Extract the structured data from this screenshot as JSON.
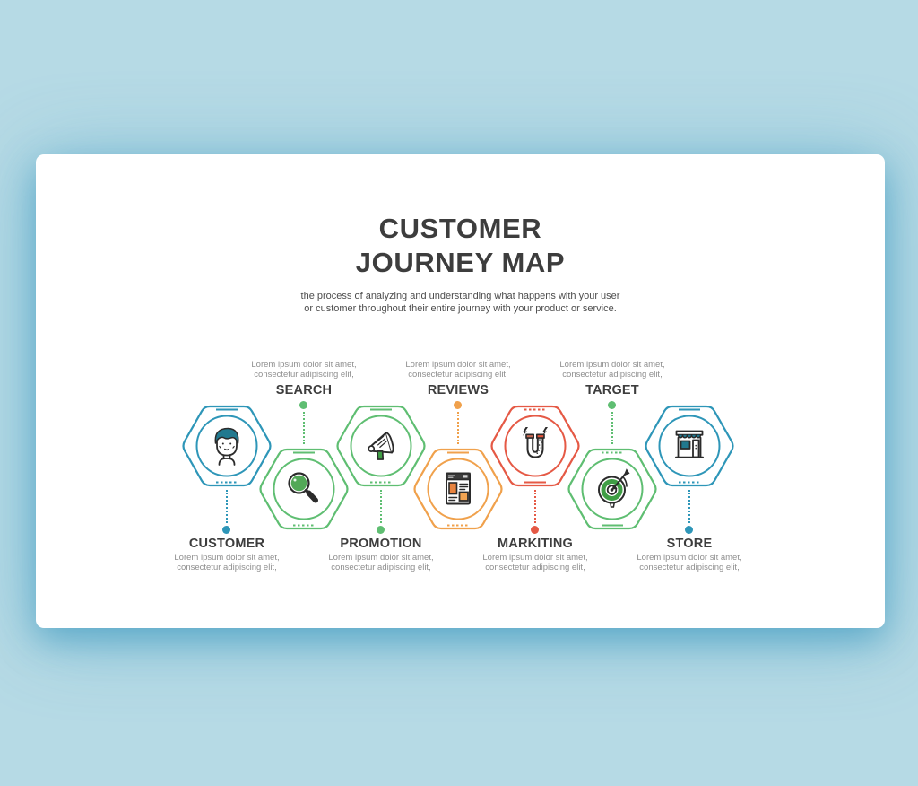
{
  "background_color": "#b6dae5",
  "slide": {
    "title_line1": "CUSTOMER",
    "title_line2": "JOURNEY MAP",
    "subtitle_line1": "the process of analyzing and understanding what happens with your user",
    "subtitle_line2": "or customer throughout their entire journey with your product or service."
  },
  "colors": {
    "blue": "#2e96b8",
    "green": "#5fbe72",
    "orange": "#f0a14c",
    "red": "#e55945",
    "teal_accent": "#21798f",
    "icon_green": "#3f9e45",
    "label_text": "#3d3d3d",
    "desc_text": "#8f8f8f"
  },
  "stages": [
    {
      "label": "CUSTOMER",
      "desc_line1": "Lorem ipsum dolor sit amet,",
      "desc_line2": "consectetur adipiscing elit,",
      "color": "#2e96b8",
      "icon": "person-icon",
      "label_position": "below"
    },
    {
      "label": "SEARCH",
      "desc_line1": "Lorem ipsum dolor sit amet,",
      "desc_line2": "consectetur adipiscing elit,",
      "color": "#5fbe72",
      "icon": "magnifier-icon",
      "label_position": "above"
    },
    {
      "label": "PROMOTION",
      "desc_line1": "Lorem ipsum dolor sit amet,",
      "desc_line2": "consectetur adipiscing elit,",
      "color": "#5fbe72",
      "icon": "megaphone-icon",
      "label_position": "below"
    },
    {
      "label": "REVIEWS",
      "desc_line1": "Lorem ipsum dolor sit amet,",
      "desc_line2": "consectetur adipiscing elit,",
      "color": "#f0a14c",
      "icon": "webpage-icon",
      "label_position": "above"
    },
    {
      "label": "MARKITING",
      "desc_line1": "Lorem ipsum dolor sit amet,",
      "desc_line2": "consectetur adipiscing elit,",
      "color": "#e55945",
      "icon": "magnet-icon",
      "label_position": "below"
    },
    {
      "label": "TARGET",
      "desc_line1": "Lorem ipsum dolor sit amet,",
      "desc_line2": "consectetur adipiscing elit,",
      "color": "#5fbe72",
      "icon": "target-icon",
      "label_position": "above"
    },
    {
      "label": "STORE",
      "desc_line1": "Lorem ipsum dolor sit amet,",
      "desc_line2": "consectetur adipiscing elit,",
      "color": "#2e96b8",
      "icon": "store-icon",
      "label_position": "below"
    }
  ]
}
